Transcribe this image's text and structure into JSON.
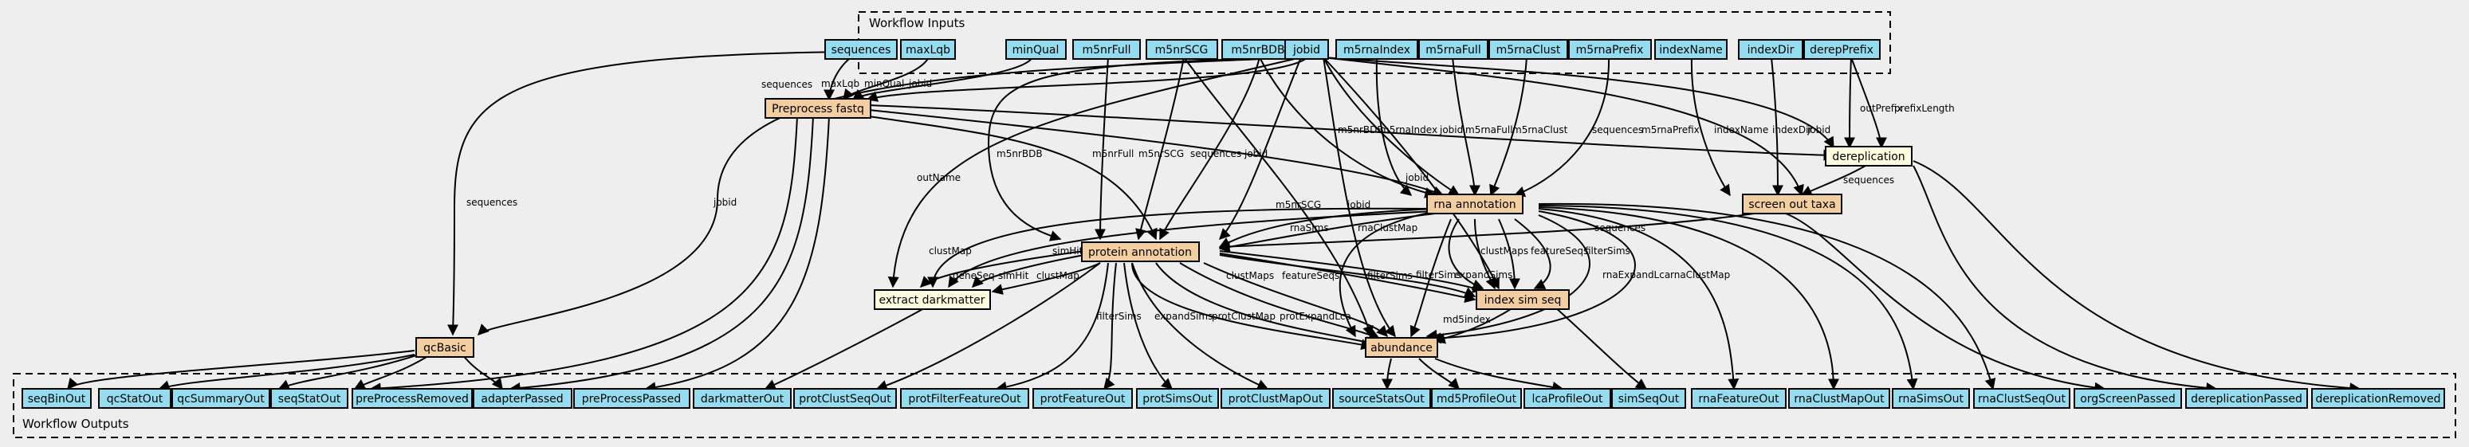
{
  "clusters": {
    "inputs_label": "Workflow Inputs",
    "outputs_label": "Workflow Outputs"
  },
  "colors": {
    "io": "#94ddf0",
    "step": "#f3cea1",
    "workflow": "#ffffe0",
    "background": "#eeeeee"
  },
  "nodes": {
    "in_sequences": "sequences",
    "in_maxLqb": "maxLqb",
    "in_minQual": "minQual",
    "in_m5nrFull": "m5nrFull",
    "in_m5nrSCG": "m5nrSCG",
    "in_m5nrBDB": "m5nrBDB",
    "in_jobid": "jobid",
    "in_m5rnaIndex": "m5rnaIndex",
    "in_m5rnaFull": "m5rnaFull",
    "in_m5rnaClust": "m5rnaClust",
    "in_m5rnaPrefix": "m5rnaPrefix",
    "in_indexName": "indexName",
    "in_indexDir": "indexDir",
    "in_derepPrefix": "derepPrefix",
    "st_preprocess": "Preprocess fastq",
    "st_dereplication": "dereplication",
    "st_rna": "rna annotation",
    "st_screen": "screen out taxa",
    "st_protein": "protein annotation",
    "st_extract": "extract darkmatter",
    "st_indexsim": "index sim seq",
    "st_abundance": "abundance",
    "st_qcbasic": "qcBasic",
    "out_seqBinOut": "seqBinOut",
    "out_qcStatOut": "qcStatOut",
    "out_qcSummaryOut": "qcSummaryOut",
    "out_seqStatOut": "seqStatOut",
    "out_preProcessRemoved": "preProcessRemoved",
    "out_adapterPassed": "adapterPassed",
    "out_preProcessPassed": "preProcessPassed",
    "out_darkmatterOut": "darkmatterOut",
    "out_protClustSeqOut": "protClustSeqOut",
    "out_protFilterFeatureOut": "protFilterFeatureOut",
    "out_protFeatureOut": "protFeatureOut",
    "out_protSimsOut": "protSimsOut",
    "out_protClustMapOut": "protClustMapOut",
    "out_sourceStatsOut": "sourceStatsOut",
    "out_md5ProfileOut": "md5ProfileOut",
    "out_lcaProfileOut": "lcaProfileOut",
    "out_simSeqOut": "simSeqOut",
    "out_rnaFeatureOut": "rnaFeatureOut",
    "out_rnaClustMapOut": "rnaClustMapOut",
    "out_rnaSimsOut": "rnaSimsOut",
    "out_rnaClustSeqOut": "rnaClustSeqOut",
    "out_orgScreenPassed": "orgScreenPassed",
    "out_dereplicationPassed": "dereplicationPassed",
    "out_dereplicationRemoved": "dereplicationRemoved"
  },
  "edge_labels": {
    "sequences_in": "sequences",
    "maxLqb": "maxLqb",
    "minQual": "minQual",
    "jobid_pre": "jobid",
    "sequences_qc": "sequences",
    "jobid_qc": "jobid",
    "outName": "outName",
    "m5nrBDB": "m5nrBDB",
    "m5nrFull": "m5nrFull",
    "m5nrSCG": "m5nrSCG",
    "sequences_prot": "sequences",
    "jobid_prot": "jobid",
    "m5rnaBDB": "m5nrBDB",
    "m5rnaIndex": "m5rnaIndex",
    "jobid_rna": "jobid",
    "m5rnaFull": "m5rnaFull",
    "m5rnaClust": "m5rnaClust",
    "sequences_derep": "sequences",
    "m5rnaPrefix": "m5rnaPrefix",
    "indexName": "indexName",
    "indexDir": "indexDir",
    "jobid_screen": "jobid",
    "outPrefix": "outPrefix",
    "prefixLength": "prefixLength",
    "sequences_screen": "sequences",
    "sequences_rna": "sequences",
    "m5nrSCG_ab": "m5nrSCG",
    "jobid_ab": "jobid",
    "jobid_idx": "jobid",
    "rnaSims": "rnaSims",
    "rnaClustMap": "rnaClustMap",
    "clustMap_ex": "clustMap",
    "simHit_ex": "simHit",
    "clustMaps_idx": "clustMaps",
    "featureSeqs_idx": "featureSeqs",
    "filterSims_idx": "filterSims",
    "expandSims_idx": "expandSims",
    "filterSims_ab": "filterSims",
    "rnaExpandLca": "rnaExpandLca",
    "rnaClustMap_ab": "rnaClustMap",
    "geneSeq": "geneSeq",
    "simHit_p": "simHit",
    "clustMap_p": "clustMap",
    "clustMaps_p": "clustMaps",
    "featureSeqs_p": "featureSeqs",
    "filterSims_p": "filterSims",
    "filterSims_p2": "filterSims",
    "expandSims_p": "expandSims",
    "protClustMap": "protClustMap",
    "protExpandLca": "protExpandLca",
    "md5index": "md5index"
  }
}
